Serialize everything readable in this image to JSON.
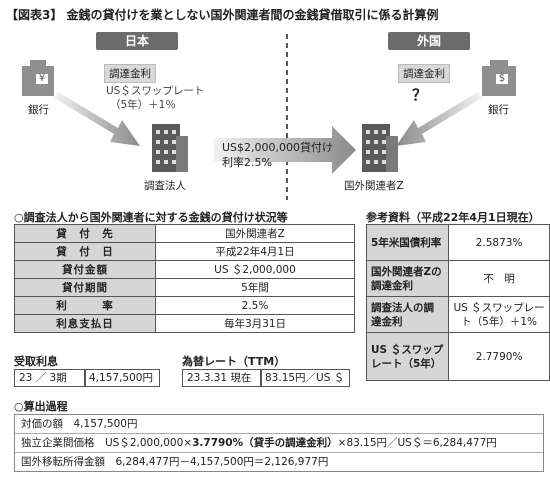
{
  "title": "【図表3】 金銭の貸付けを業としない国外関連者間の金銭貸借取引に係る計算例",
  "diagram": {
    "region_japan": "日本",
    "region_foreign": "外国",
    "bank_left_label": "銀行",
    "bank_right_label": "銀行",
    "rate_left_label": "調達金利",
    "rate_left_text_1": "US＄スワップレート",
    "rate_left_text_2": "（5年）＋1％",
    "rate_right_label": "調達金利",
    "rate_right_unknown": "？",
    "company_left_label": "調査法人",
    "company_right_label": "国外関連者Z",
    "loan_text_1": "US$2,000,000貸付け",
    "loan_text_2": "利率2.5%",
    "yen_symbol": "¥",
    "dollar_symbol": "$"
  },
  "loan_section": {
    "heading": "○調査法人から国外関連者に対する金銭の貸付け状況等",
    "rows": [
      {
        "key": "貸　付　先",
        "value": "国外関連者Z"
      },
      {
        "key": "貸　付　日",
        "value": "平成22年4月1日"
      },
      {
        "key": "貸付金額",
        "value": "US ＄2,000,000"
      },
      {
        "key": "貸付期間",
        "value": "5年間"
      },
      {
        "key": "利　　　率",
        "value": "2.5%"
      },
      {
        "key": "利息支払日",
        "value": "毎年3月31日"
      }
    ]
  },
  "reference": {
    "heading": "参考資料（平成22年4月1日現在）",
    "rows": [
      {
        "key": "5年米国債利率",
        "value": "2.5873%"
      },
      {
        "key": "国外関連者Zの調達金利",
        "value": "不　明"
      },
      {
        "key": "調査法人の調達金利",
        "value": "US ＄スワップレート（5年）＋1%"
      },
      {
        "key": "US ＄スワップレート（5年）",
        "value": "2.7790%"
      }
    ]
  },
  "interest": {
    "heading": "受取利息",
    "period": "23 ／ 3期",
    "amount": "4,157,500円"
  },
  "fx": {
    "heading": "為替レート（TTM）",
    "date": "23.3.31 現在",
    "rate": "83.15円／US ＄"
  },
  "calculation": {
    "heading": "○算出過程",
    "line1": "対価の額　4,157,500円",
    "line2_pre": "独立企業間価格　US＄2,000,000×",
    "line2_bold": "3.7790%（貸手の調達金利）",
    "line2_post": "×83.15円／US＄＝6,284,477円",
    "line3": "国外移転所得金額　6,284,477円－4,157,500円＝2,126,977円"
  }
}
